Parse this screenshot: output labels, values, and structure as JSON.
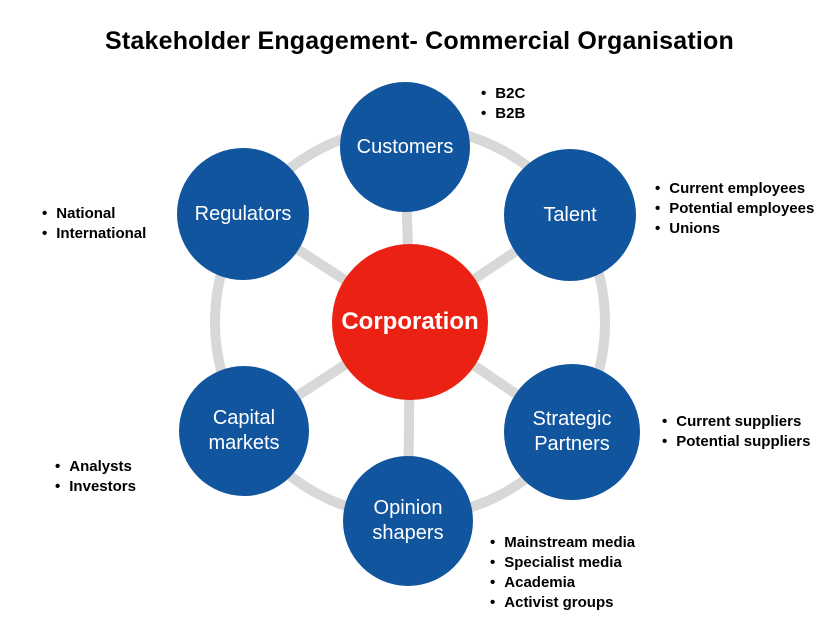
{
  "title": "Stakeholder Engagement- Commercial Organisation",
  "bullet_glyph": "•",
  "colors": {
    "node_blue": "#11559E",
    "center_red": "#EB2213",
    "connector_gray": "#D8D8D8",
    "node_label": "#FFFFFF",
    "text_black": "#000000",
    "background": "#FFFFFF"
  },
  "center_node": {
    "id": "corporation",
    "label": "Corporation"
  },
  "nodes": [
    {
      "id": "customers",
      "label": "Customers",
      "bullets": [
        "B2C",
        "B2B"
      ]
    },
    {
      "id": "talent",
      "label": "Talent",
      "bullets": [
        "Current employees",
        "Potential employees",
        "Unions"
      ]
    },
    {
      "id": "strategic-partners",
      "label": "Strategic Partners",
      "bullets": [
        "Current suppliers",
        "Potential suppliers"
      ]
    },
    {
      "id": "opinion-shapers",
      "label": "Opinion shapers",
      "bullets": [
        "Mainstream media",
        "Specialist media",
        "Academia",
        "Activist groups"
      ]
    },
    {
      "id": "capital-markets",
      "label": "Capital markets",
      "bullets": [
        "Analysts",
        "Investors"
      ]
    },
    {
      "id": "regulators",
      "label": "Regulators",
      "bullets": [
        "National",
        "International"
      ]
    }
  ]
}
